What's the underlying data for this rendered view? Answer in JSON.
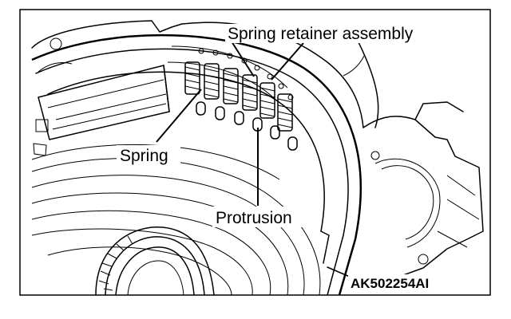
{
  "labels": {
    "spring_retainer": "Spring retainer assembly",
    "spring": "Spring",
    "protrusion": "Protrusion"
  },
  "figure_id": "AK502254AI",
  "icons": {
    "spring": "coil-spring",
    "protrusion": "tab-protrusion"
  },
  "colors": {
    "line": "#000000",
    "background": "#ffffff"
  }
}
